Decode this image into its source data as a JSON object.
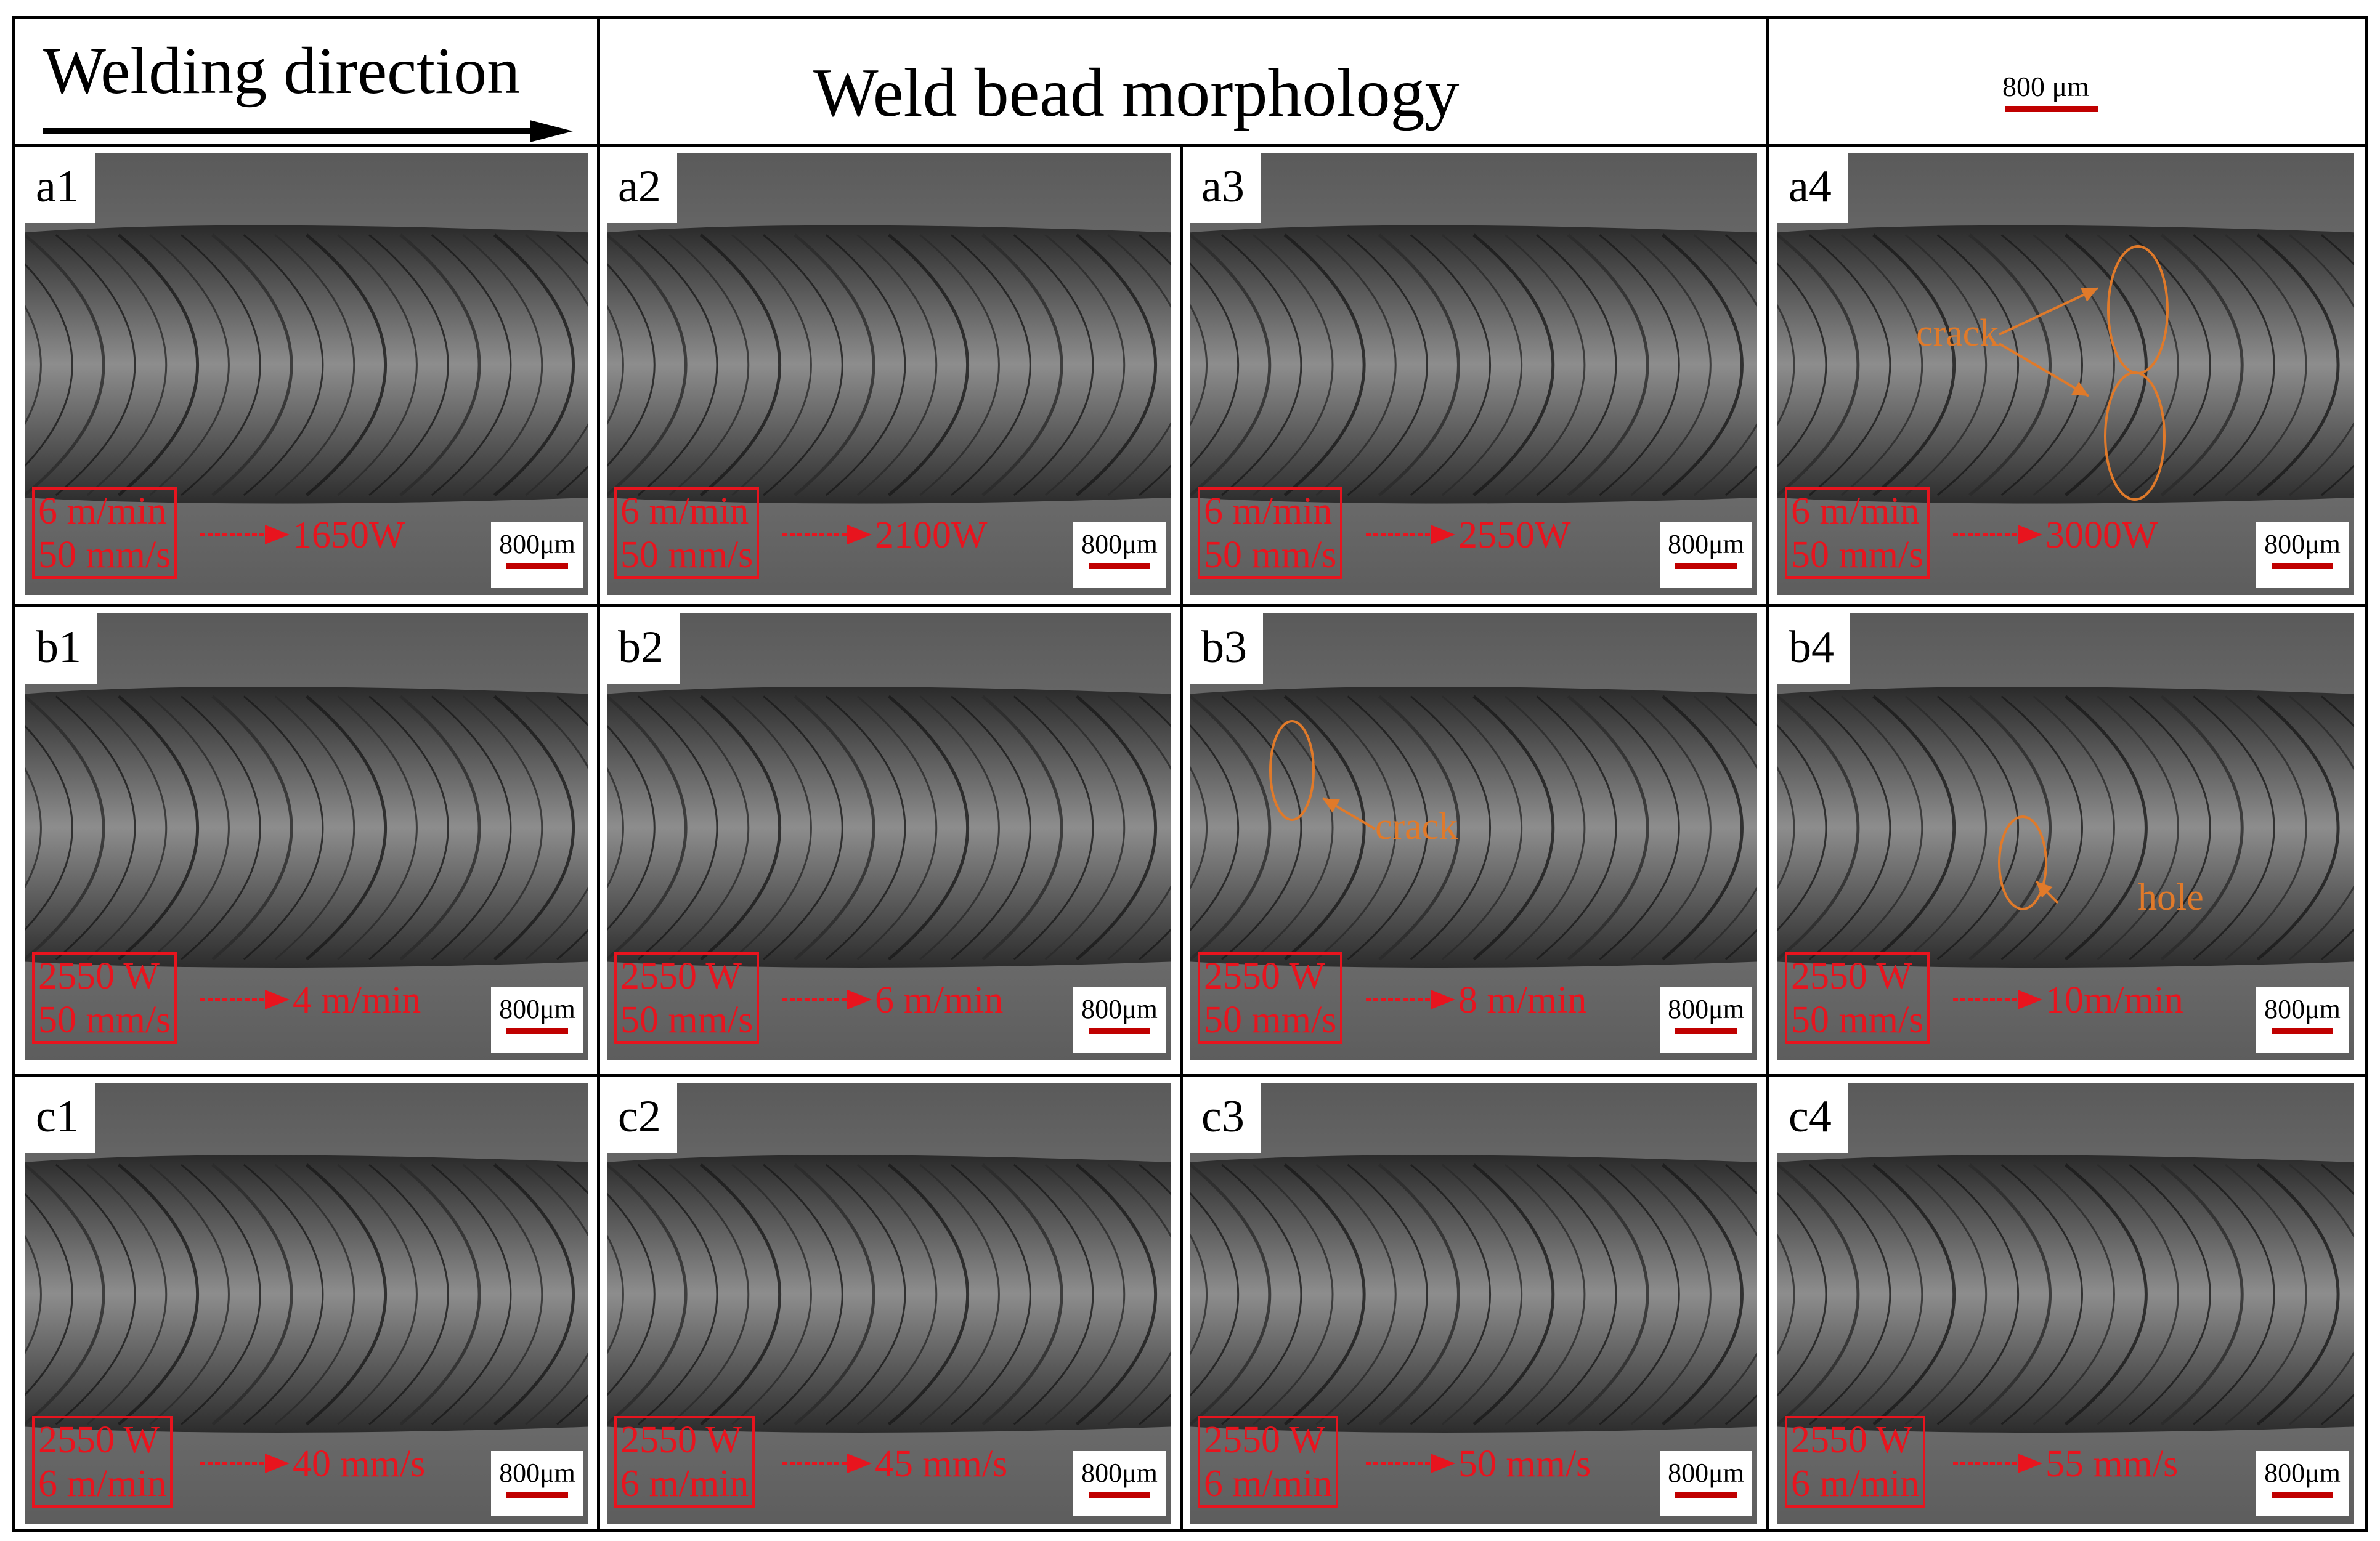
{
  "header": {
    "welding_direction": "Welding direction",
    "title": "Weld bead morphology",
    "scale_label": "800 μm"
  },
  "colors": {
    "parameter_text": "#e8141e",
    "annotation": "#e07a2a",
    "scale_bar": "#c00000"
  },
  "panel_scale_label": "800μm",
  "rows": [
    {
      "panels": [
        {
          "label": "a1",
          "params": [
            "6 m/min",
            "50 mm/s"
          ],
          "value": "1650W"
        },
        {
          "label": "a2",
          "params": [
            "6 m/min",
            "50 mm/s"
          ],
          "value": "2100W"
        },
        {
          "label": "a3",
          "params": [
            "6 m/min",
            "50 mm/s"
          ],
          "value": "2550W"
        },
        {
          "label": "a4",
          "params": [
            "6 m/min",
            "50 mm/s"
          ],
          "value": "3000W",
          "annotation": "crack"
        }
      ]
    },
    {
      "panels": [
        {
          "label": "b1",
          "params": [
            "2550 W",
            "50 mm/s"
          ],
          "value": "4 m/min"
        },
        {
          "label": "b2",
          "params": [
            "2550 W",
            "50 mm/s"
          ],
          "value": "6 m/min"
        },
        {
          "label": "b3",
          "params": [
            "2550 W",
            "50 mm/s"
          ],
          "value": "8 m/min",
          "annotation": "crack"
        },
        {
          "label": "b4",
          "params": [
            "2550 W",
            "50 mm/s"
          ],
          "value": "10m/min",
          "annotation": "hole"
        }
      ]
    },
    {
      "panels": [
        {
          "label": "c1",
          "params": [
            "2550 W",
            "6 m/min"
          ],
          "value": "40 mm/s"
        },
        {
          "label": "c2",
          "params": [
            "2550 W",
            "6 m/min"
          ],
          "value": "45 mm/s"
        },
        {
          "label": "c3",
          "params": [
            "2550 W",
            "6 m/min"
          ],
          "value": "50 mm/s"
        },
        {
          "label": "c4",
          "params": [
            "2550 W",
            "6 m/min"
          ],
          "value": "55 mm/s"
        }
      ]
    }
  ]
}
